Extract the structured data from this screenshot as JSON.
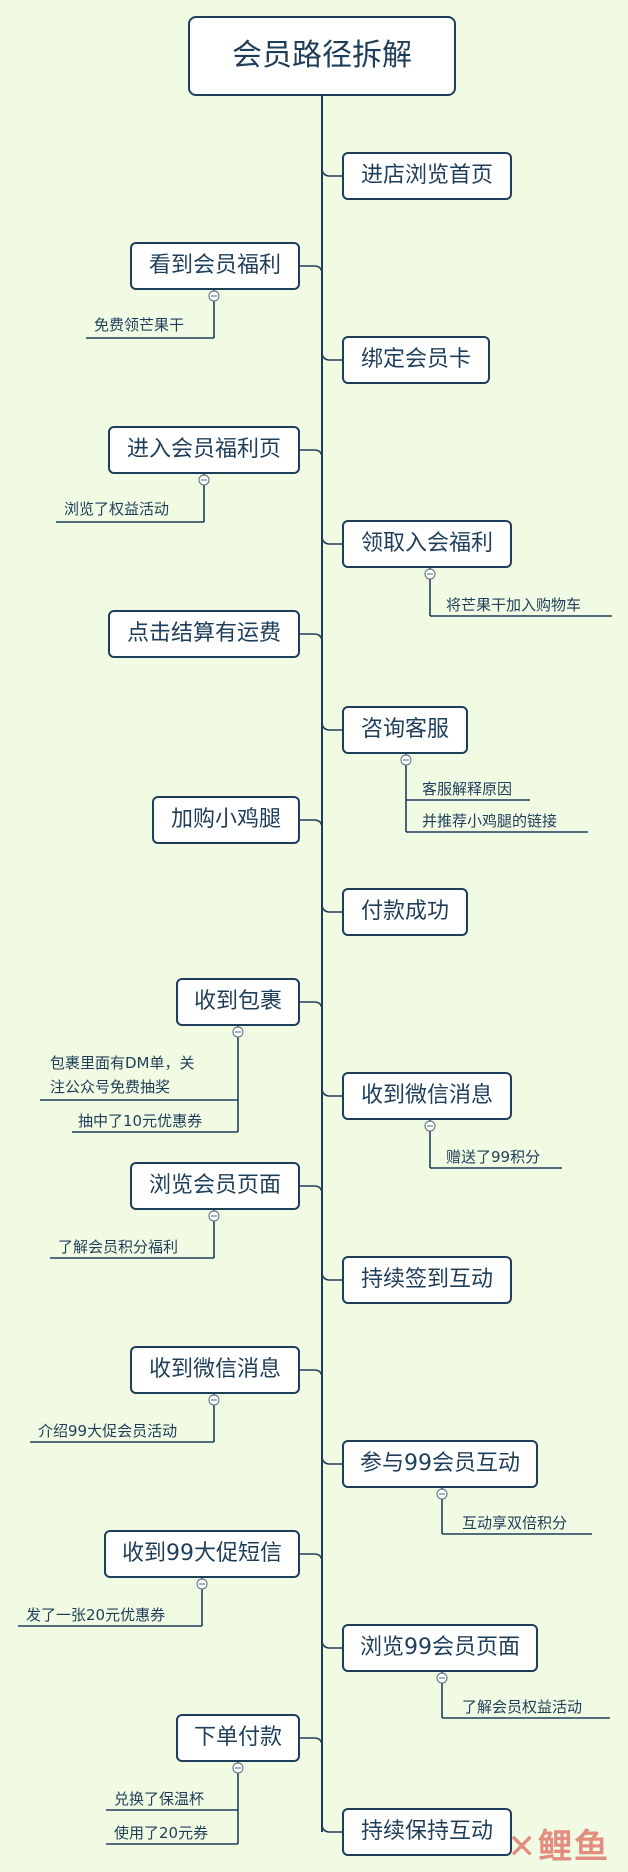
{
  "root": "会员路径拆解",
  "right_nodes": [
    {
      "label": "进店浏览首页",
      "notes": []
    },
    {
      "label": "绑定会员卡",
      "notes": []
    },
    {
      "label": "领取入会福利",
      "notes": [
        "将芒果干加入购物车"
      ]
    },
    {
      "label": "咨询客服",
      "notes": [
        "客服解释原因",
        "并推荐小鸡腿的链接"
      ]
    },
    {
      "label": "付款成功",
      "notes": []
    },
    {
      "label": "收到微信消息",
      "notes": [
        "赠送了99积分"
      ]
    },
    {
      "label": "持续签到互动",
      "notes": []
    },
    {
      "label": "参与99会员互动",
      "notes": [
        "互动享双倍积分"
      ]
    },
    {
      "label": "浏览99会员页面",
      "notes": [
        "了解会员权益活动"
      ]
    },
    {
      "label": "持续保持互动",
      "notes": []
    }
  ],
  "left_nodes": [
    {
      "label": "看到会员福利",
      "notes": [
        "免费领芒果干"
      ]
    },
    {
      "label": "进入会员福利页",
      "notes": [
        "浏览了权益活动"
      ]
    },
    {
      "label": "点击结算有运费",
      "notes": []
    },
    {
      "label": "加购小鸡腿",
      "notes": []
    },
    {
      "label": "收到包裹",
      "notes": [
        "包裹里面有DM单，关",
        "注公众号免费抽奖",
        "抽中了10元优惠券"
      ]
    },
    {
      "label": "浏览会员页面",
      "notes": [
        "了解会员积分福利"
      ]
    },
    {
      "label": "收到微信消息",
      "notes": [
        "介绍99大促会员活动"
      ]
    },
    {
      "label": "收到99大促短信",
      "notes": [
        "发了一张20元优惠券"
      ]
    },
    {
      "label": "下单付款",
      "notes": [
        "兑换了保温杯",
        "使用了20元券"
      ]
    }
  ],
  "watermark": "鲤鱼",
  "watermark_mark": "✕"
}
